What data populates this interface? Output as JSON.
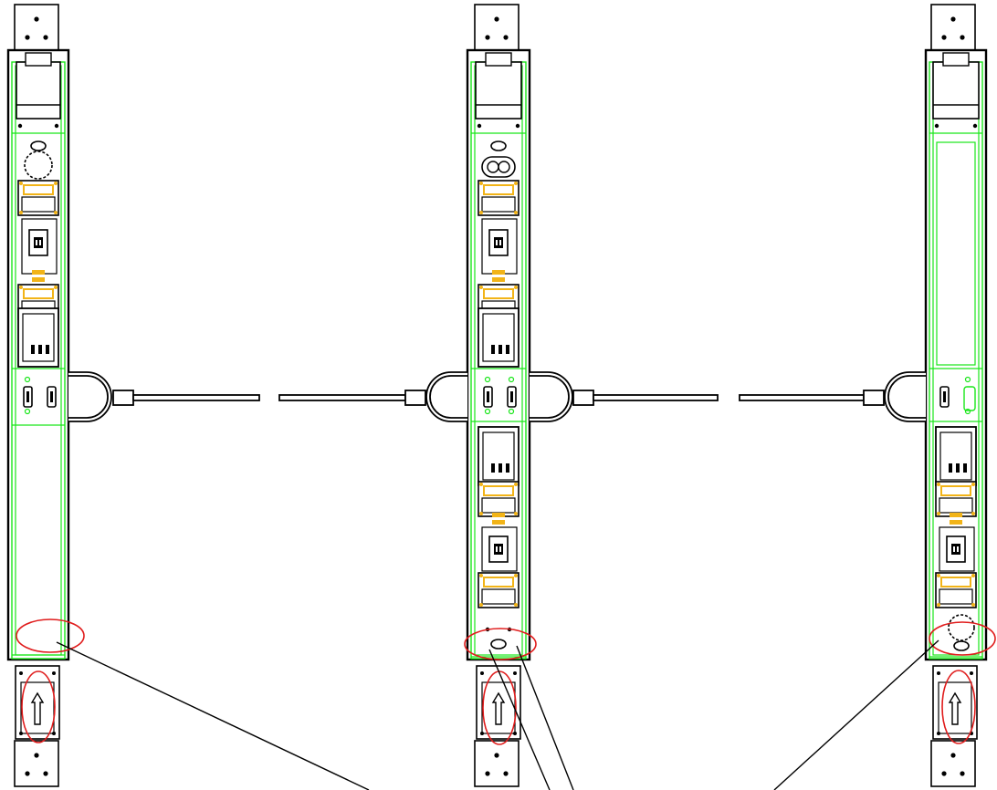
{
  "diagram": {
    "description_visible_text": [],
    "colors": {
      "outline": "#000000",
      "pcb_outline": "#19e619",
      "component": "#f2b418",
      "highlight": "#e01c1c",
      "background": "#ffffff"
    },
    "rails": [
      {
        "id": "rail-left",
        "variant": "end-left"
      },
      {
        "id": "rail-middle",
        "variant": "middle"
      },
      {
        "id": "rail-right",
        "variant": "end-right"
      }
    ],
    "connectors": [
      {
        "id": "connector-left-middle"
      },
      {
        "id": "connector-middle-right"
      }
    ],
    "highlights": [
      {
        "id": "highlight-left-slot"
      },
      {
        "id": "highlight-middle-slot"
      },
      {
        "id": "highlight-right-slot"
      },
      {
        "id": "highlight-left-arrow"
      },
      {
        "id": "highlight-middle-arrow"
      },
      {
        "id": "highlight-right-arrow"
      }
    ],
    "callout_lines": 4
  }
}
